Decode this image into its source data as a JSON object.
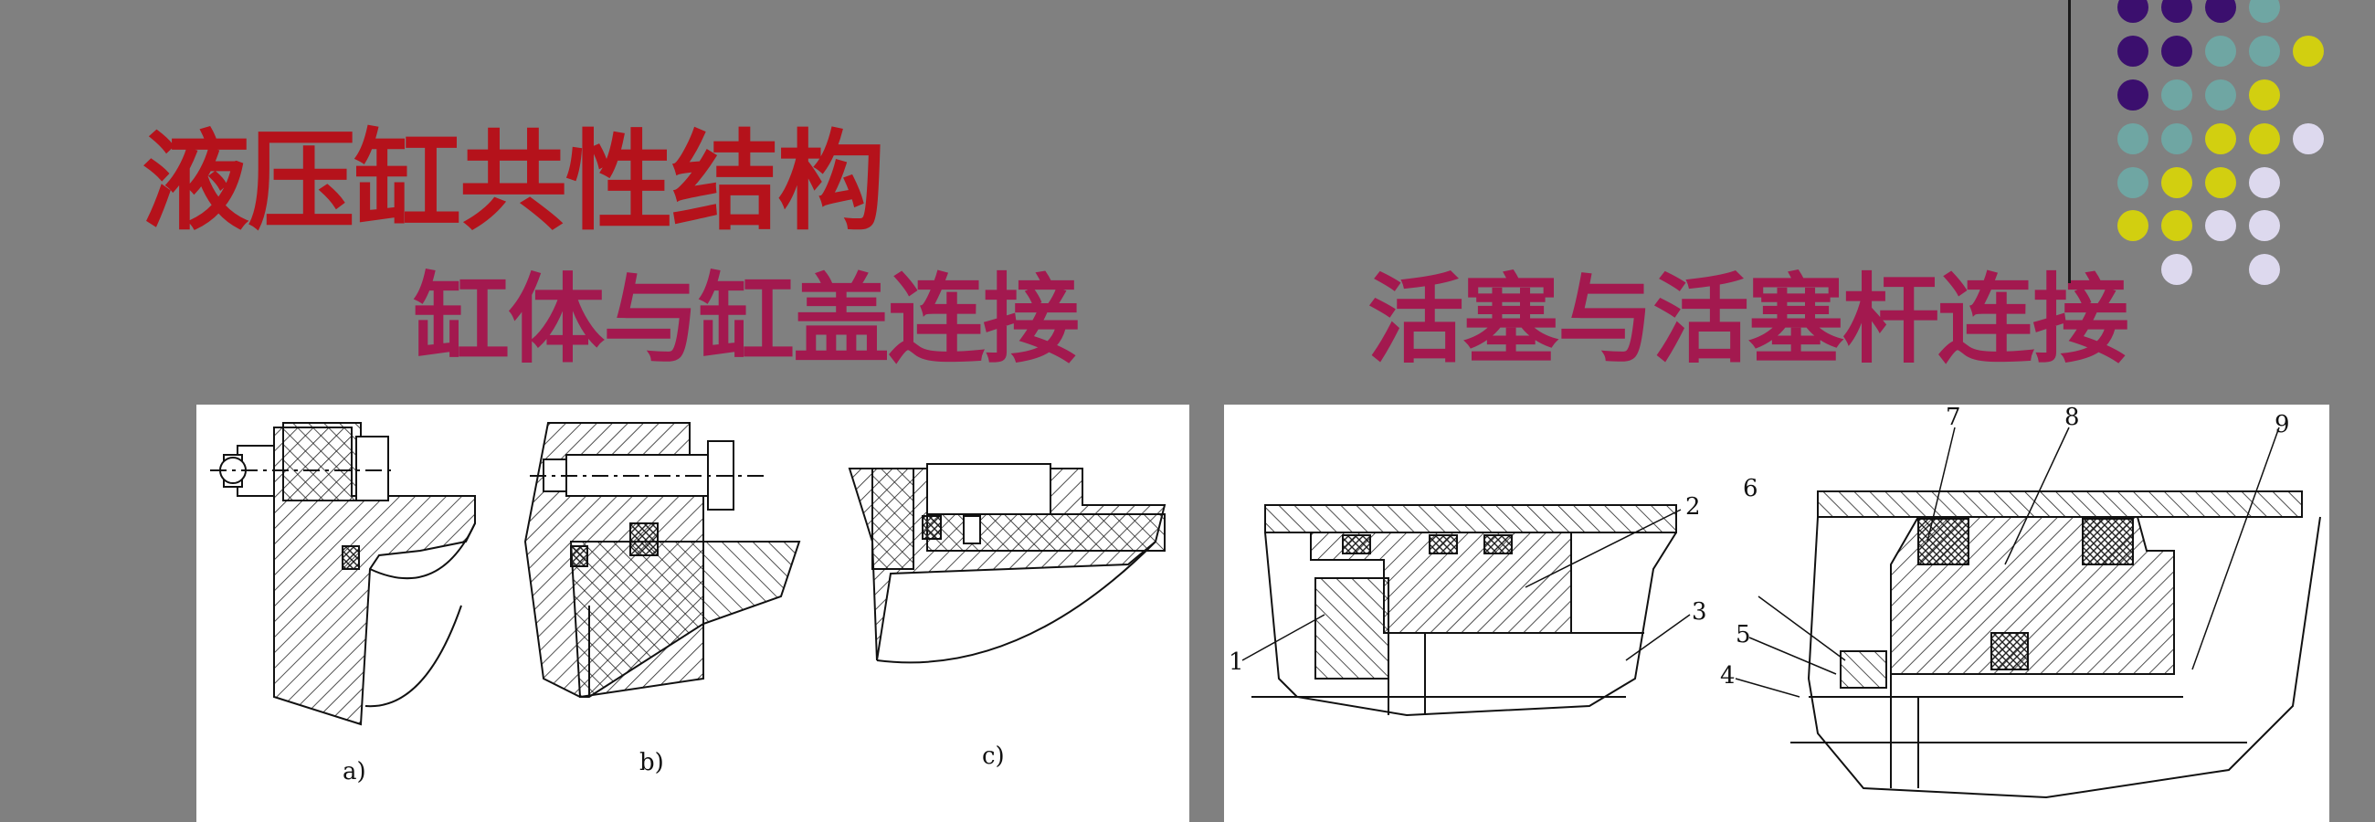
{
  "slide": {
    "title": "液压缸共性结构",
    "subtitle_left": "缸体与缸盖连接",
    "subtitle_right": "活塞与活塞杆连接"
  },
  "left_diagram": {
    "labels": [
      "a)",
      "b)",
      "c)"
    ]
  },
  "right_diagram": {
    "labels": [
      "1",
      "2",
      "3",
      "4",
      "5",
      "6",
      "7",
      "8",
      "9"
    ]
  },
  "colors": {
    "background": "#808080",
    "title": "#b5121b",
    "subtitle": "#a3194f",
    "dot_purple": "#3b0f6e",
    "dot_teal": "#6fa6a3",
    "dot_yellow": "#d2cf10",
    "dot_lavender": "#ddd9ee"
  }
}
